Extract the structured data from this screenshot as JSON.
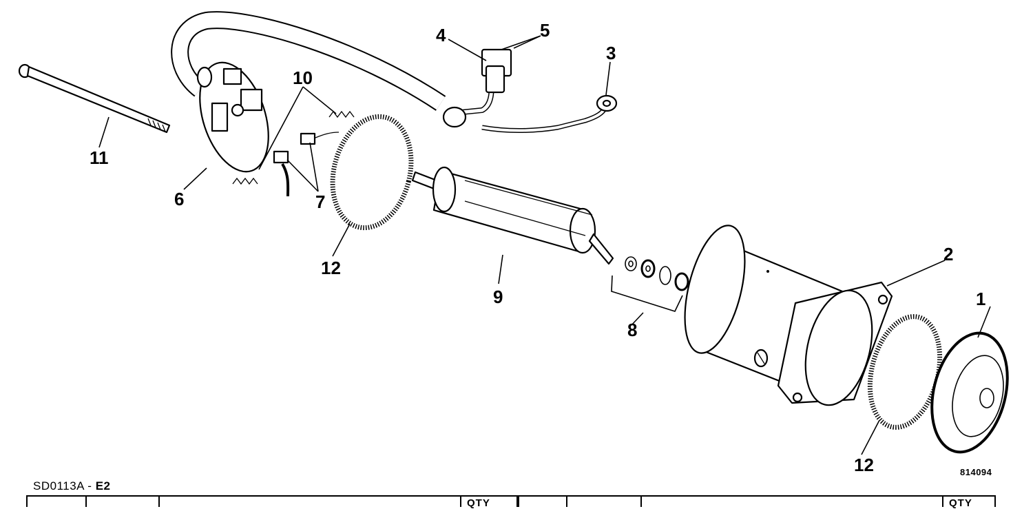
{
  "figure": {
    "drawing_number": "814094",
    "callouts": [
      {
        "id": "c1",
        "label": "1"
      },
      {
        "id": "c2",
        "label": "2"
      },
      {
        "id": "c3",
        "label": "3"
      },
      {
        "id": "c4",
        "label": "4"
      },
      {
        "id": "c5",
        "label": "5"
      },
      {
        "id": "c6",
        "label": "6"
      },
      {
        "id": "c7",
        "label": "7"
      },
      {
        "id": "c8",
        "label": "8"
      },
      {
        "id": "c9",
        "label": "9"
      },
      {
        "id": "c10",
        "label": "10"
      },
      {
        "id": "c11",
        "label": "11"
      },
      {
        "id": "c12a",
        "label": "12"
      },
      {
        "id": "c12b",
        "label": "12"
      }
    ]
  },
  "footer": {
    "reference_prefix": "SD0113A - ",
    "reference_code": "E2"
  },
  "table": {
    "qty_header_1": "QTY",
    "qty_header_2": "QTY"
  }
}
